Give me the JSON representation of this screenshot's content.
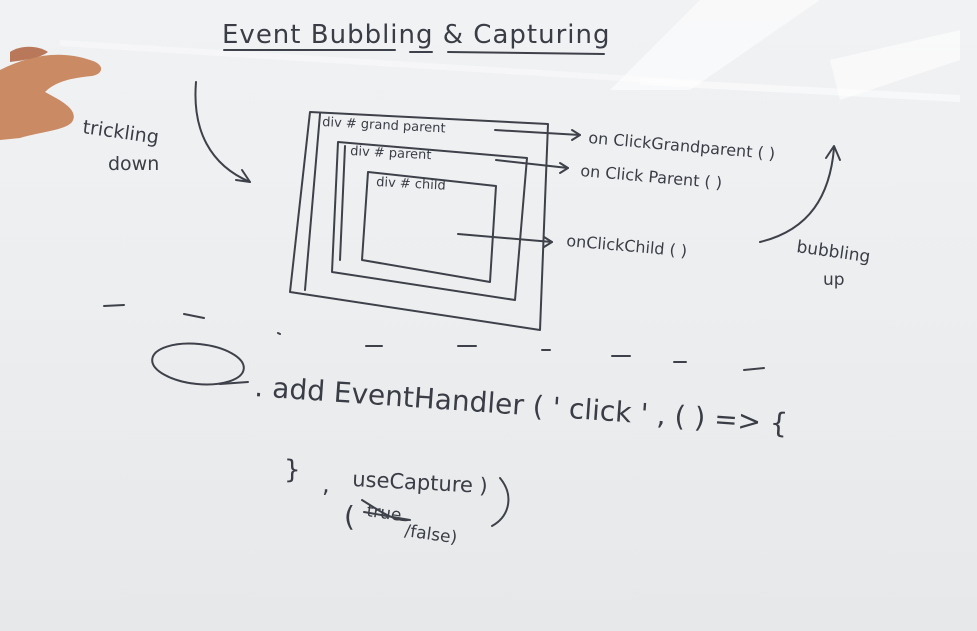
{
  "whiteboard": {
    "title": "Event Bubbling & Capturing",
    "left_note_line1": "trickling",
    "left_note_line2": "down",
    "grandparent_label": "div # grand parent",
    "parent_label": "div # parent",
    "child_label": "div # child",
    "grandparent_handler": "on ClickGrandparent ( )",
    "parent_handler": "on Click Parent ( )",
    "child_handler": "onClickChild ( )",
    "right_note_line1": "bubbling",
    "right_note_line2": "up",
    "code_line1": ". add EventHandler ( ' click ' , ( ) => {",
    "code_close": "}",
    "code_comma": ",",
    "use_capture": "useCapture )",
    "options_open": "(",
    "option_true": "true",
    "option_false": "/false)"
  },
  "colors": {
    "board": "#eceef0",
    "ink": "#3e4149",
    "skin": "#c98a64"
  }
}
